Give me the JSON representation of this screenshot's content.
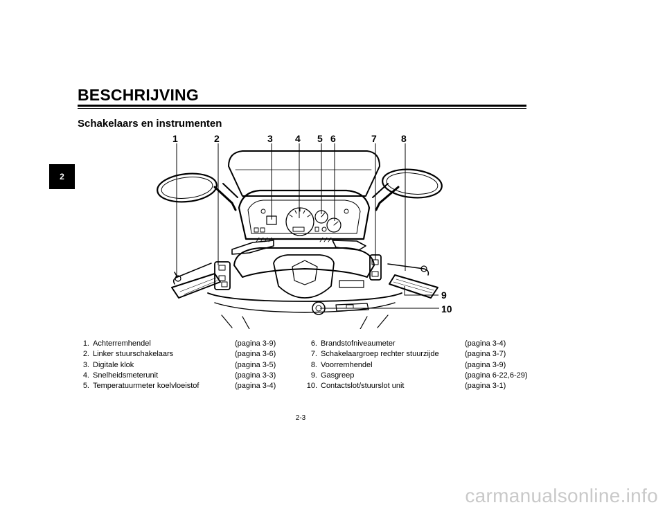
{
  "page": {
    "title": "BESCHRIJVING",
    "section_title": "Schakelaars en instrumenten",
    "chapter_tab": "2",
    "page_number": "2-3",
    "watermark": "carmanualsonline.info"
  },
  "callouts": [
    "1",
    "2",
    "3",
    "4",
    "5",
    "6",
    "7",
    "8",
    "9",
    "10"
  ],
  "legend": {
    "left": [
      {
        "num": "1.",
        "label": "Achterremhendel",
        "ref": "(pagina 3-9)"
      },
      {
        "num": "2.",
        "label": "Linker stuurschakelaars",
        "ref": "(pagina 3-6)"
      },
      {
        "num": "3.",
        "label": "Digitale klok",
        "ref": "(pagina 3-5)"
      },
      {
        "num": "4.",
        "label": "Snelheidsmeterunit",
        "ref": "(pagina 3-3)"
      },
      {
        "num": "5.",
        "label": "Temperatuurmeter koelvloeistof",
        "ref": "(pagina 3-4)"
      }
    ],
    "right": [
      {
        "num": "6.",
        "label": "Brandstofniveaumeter",
        "ref": "(pagina 3-4)"
      },
      {
        "num": "7.",
        "label": "Schakelaargroep rechter stuurzijde",
        "ref": "(pagina 3-7)"
      },
      {
        "num": "8.",
        "label": "Voorremhendel",
        "ref": "(pagina 3-9)"
      },
      {
        "num": "9.",
        "label": "Gasgreep",
        "ref": "(pagina 6-22,6-29)"
      },
      {
        "num": "10.",
        "label": "Contactslot/stuurslot unit",
        "ref": "(pagina 3-1)"
      }
    ]
  }
}
